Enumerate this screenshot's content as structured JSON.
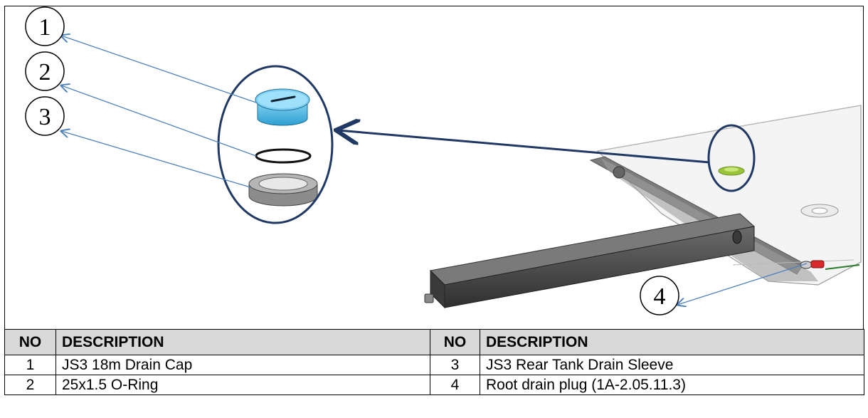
{
  "callouts": [
    "1",
    "2",
    "3",
    "4"
  ],
  "table": {
    "headers": [
      "NO",
      "DESCRIPTION",
      "NO",
      "DESCRIPTION"
    ],
    "rows": [
      [
        "1",
        "JS3 18m Drain Cap",
        "3",
        "JS3 Rear Tank Drain Sleeve"
      ],
      [
        "2",
        "25x1.5 O-Ring",
        "4",
        "Root drain plug (1A-2.05.11.3)"
      ]
    ]
  },
  "colors": {
    "leader_line": "#4f81bd",
    "detail_outline": "#1f3864",
    "drain_cap": "#5bc0eb",
    "spar": "#4a4a4a",
    "header_fill": "#d9d9d9"
  }
}
